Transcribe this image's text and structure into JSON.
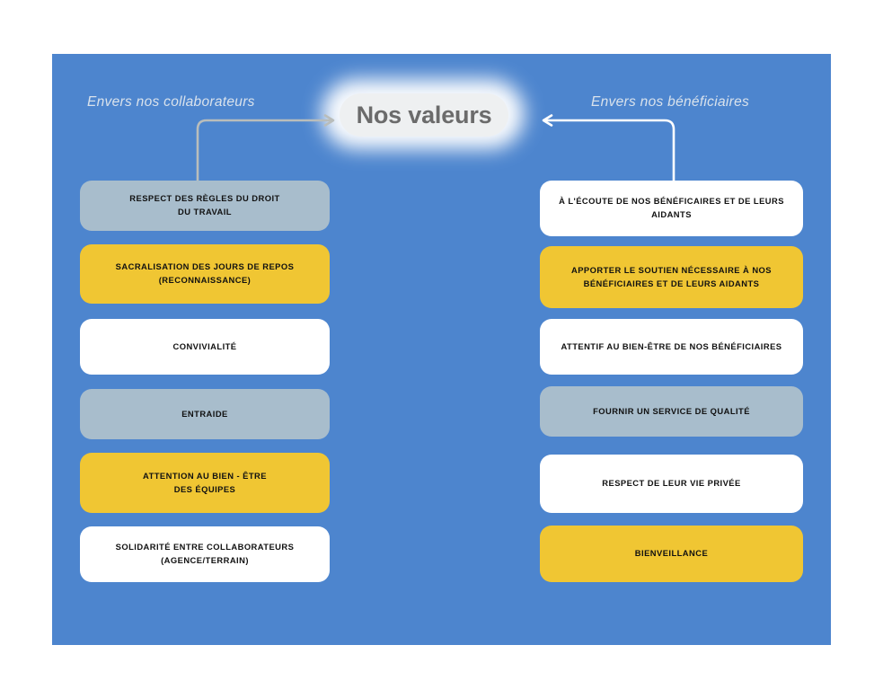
{
  "diagram": {
    "title": "Nos valeurs",
    "background_color": "#4d85ce",
    "columns": [
      {
        "id": "collaborateurs",
        "header": "Envers nos collaborateurs",
        "arrow_color": "#b9bdbb",
        "items": [
          {
            "label": "RESPECT DES RÈGLES DU DROIT\nDU TRAVAIL",
            "color": "#a8bdcc",
            "fill": "grey"
          },
          {
            "label": "SACRALISATION  DES JOURS DE REPOS\n(RECONNAISSANCE)",
            "color": "#f0c633",
            "fill": "gold"
          },
          {
            "label": "CONVIVIALITÉ",
            "color": "#ffffff",
            "fill": "white"
          },
          {
            "label": "ENTRAIDE",
            "color": "#a8bdcc",
            "fill": "grey"
          },
          {
            "label": "ATTENTION AU BIEN - ÊTRE\nDES ÉQUIPES",
            "color": "#f0c633",
            "fill": "gold"
          },
          {
            "label": "SOLIDARITÉ ENTRE COLLABORATEURS\n(AGENCE/TERRAIN)",
            "color": "#ffffff",
            "fill": "white"
          }
        ]
      },
      {
        "id": "beneficiaires",
        "header": "Envers nos bénéficiaires",
        "arrow_color": "#ffffff",
        "items": [
          {
            "label": "À L'ÉCOUTE DE NOS BÉNÉFICAIRES ET DE LEURS\nAIDANTS",
            "color": "#ffffff",
            "fill": "white"
          },
          {
            "label": "APPORTER LE SOUTIEN NÉCESSAIRE À NOS\nBÉNÉFICIAIRES ET DE LEURS AIDANTS",
            "color": "#f0c633",
            "fill": "gold"
          },
          {
            "label": "ATTENTIF AU BIEN-ÊTRE DE NOS BÉNÉFICIAIRES",
            "color": "#ffffff",
            "fill": "white"
          },
          {
            "label": "FOURNIR UN SERVICE DE QUALITÉ",
            "color": "#a8bdcc",
            "fill": "grey"
          },
          {
            "label": "RESPECT DE LEUR VIE PRIVÉE",
            "color": "#ffffff",
            "fill": "white"
          },
          {
            "label": "BIENVEILLANCE",
            "color": "#f0c633",
            "fill": "gold"
          }
        ]
      }
    ]
  }
}
